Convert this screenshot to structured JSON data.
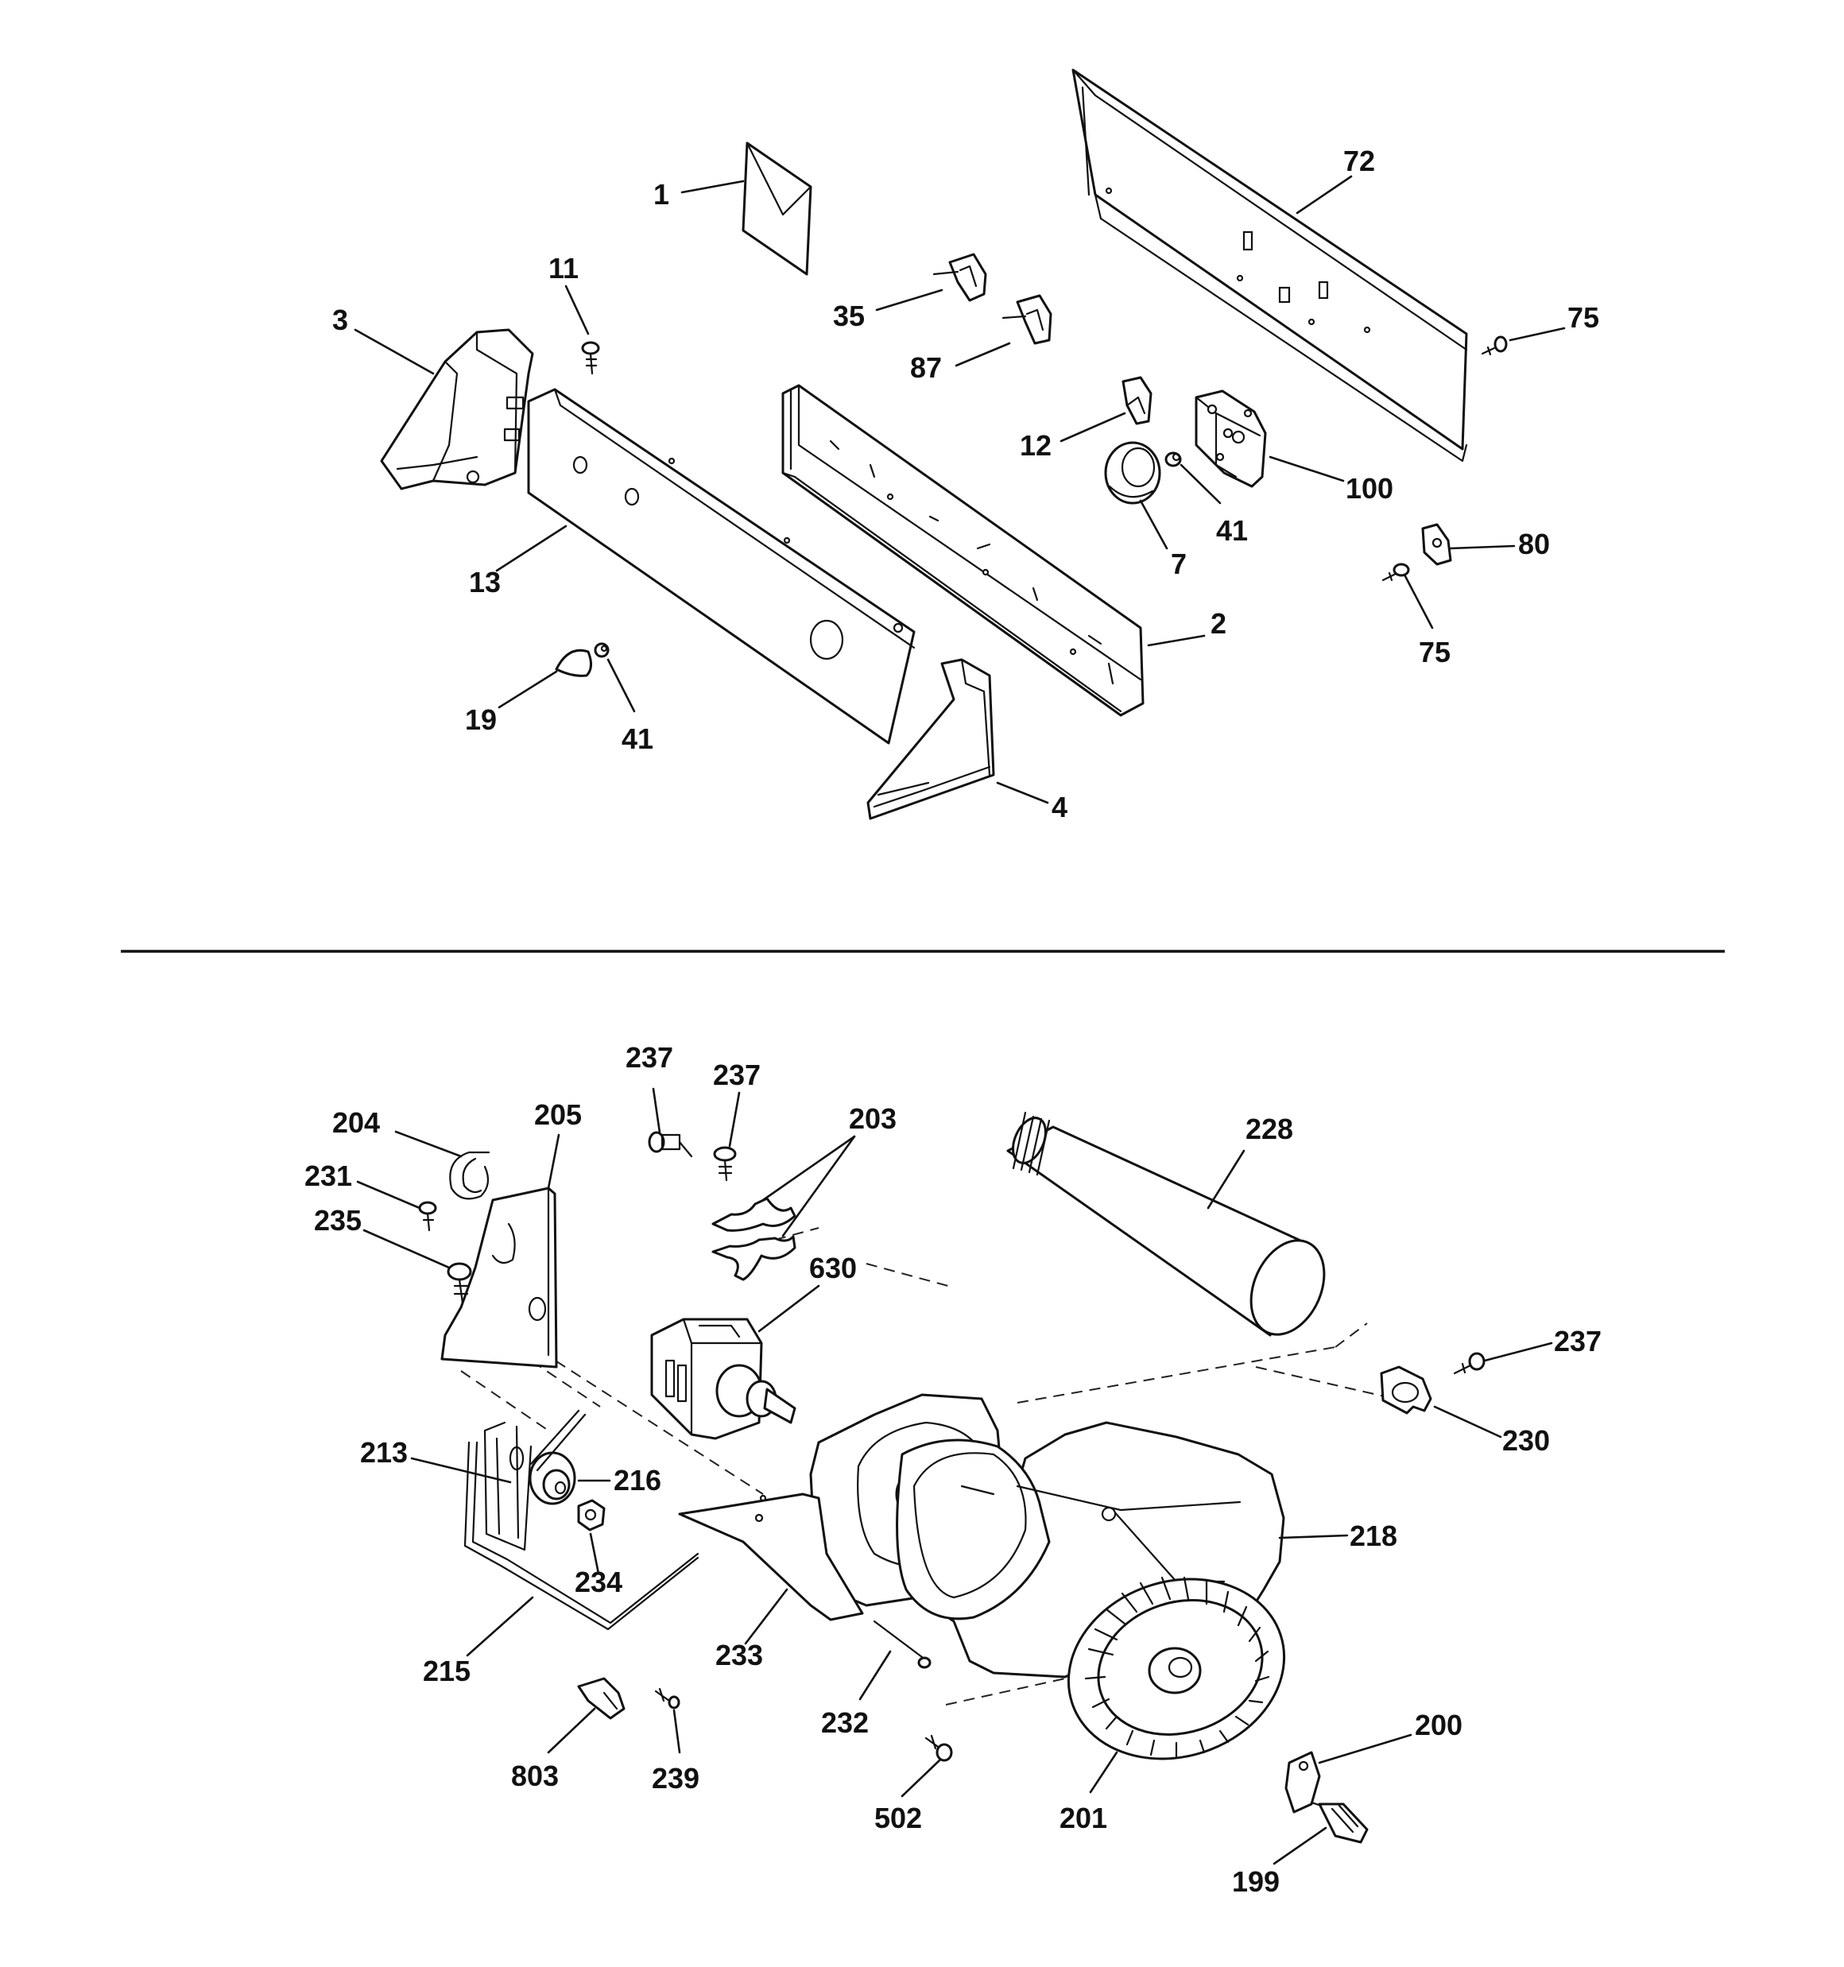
{
  "callouts": {
    "c1": "1",
    "c72": "72",
    "c11": "11",
    "c3": "3",
    "c35": "35",
    "c87": "87",
    "c75a": "75",
    "c12": "12",
    "c100": "100",
    "c41a": "41",
    "c7": "7",
    "c13": "13",
    "c80": "80",
    "c2": "2",
    "c75b": "75",
    "c19": "19",
    "c41b": "41",
    "c4": "4",
    "c237a": "237",
    "c237b": "237",
    "c203": "203",
    "c204": "204",
    "c205": "205",
    "c228": "228",
    "c231": "231",
    "c235": "235",
    "c630": "630",
    "c237c": "237",
    "c230": "230",
    "c213": "213",
    "c216": "216",
    "c218": "218",
    "c234": "234",
    "c215": "215",
    "c233": "233",
    "c232": "232",
    "c200": "200",
    "c803": "803",
    "c239": "239",
    "c502": "502",
    "c201": "201",
    "c199": "199"
  },
  "colors": {
    "ink": "#111111",
    "paper": "#ffffff"
  }
}
